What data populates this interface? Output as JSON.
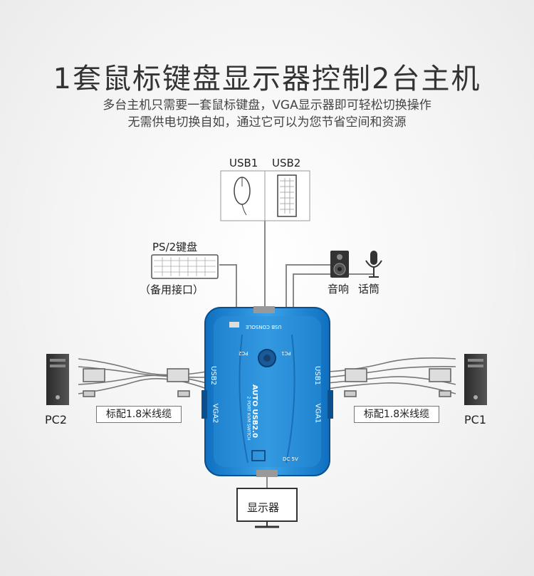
{
  "title": "1套鼠标键盘显示器控制2台主机",
  "subtitle_line1": "多台主机只需要一套鼠标键盘，VGA显示器即可轻松切换操作",
  "subtitle_line2": "无需供电切换自如，通过它可以为您节省空间和资源",
  "usb1_label": "USB1",
  "usb2_label": "USB2",
  "ps2_label": "PS/2键盘",
  "ps2_note": "（备用接口）",
  "speaker_label": "音响",
  "mic_label": "话筒",
  "pc1_label": "PC1",
  "pc2_label": "PC2",
  "cable_left_label": "标配1.8米线缆",
  "cable_right_label": "标配1.8米线缆",
  "monitor_label": "显示器",
  "device": {
    "usb_console": "USB CONSOLE",
    "pc2": "PC2",
    "pc1": "PC1",
    "usb2": "USB2",
    "usb1": "USB1",
    "vga2": "VGA2",
    "vga1": "VGA1",
    "brand_line1": "AUTO USB2.0",
    "brand_line2": "2 PORT KVM SWITCH",
    "dc": "DC 5V"
  },
  "colors": {
    "device_blue": "#1e8fd8",
    "device_dark": "#0b5fa6",
    "line": "#888888"
  }
}
